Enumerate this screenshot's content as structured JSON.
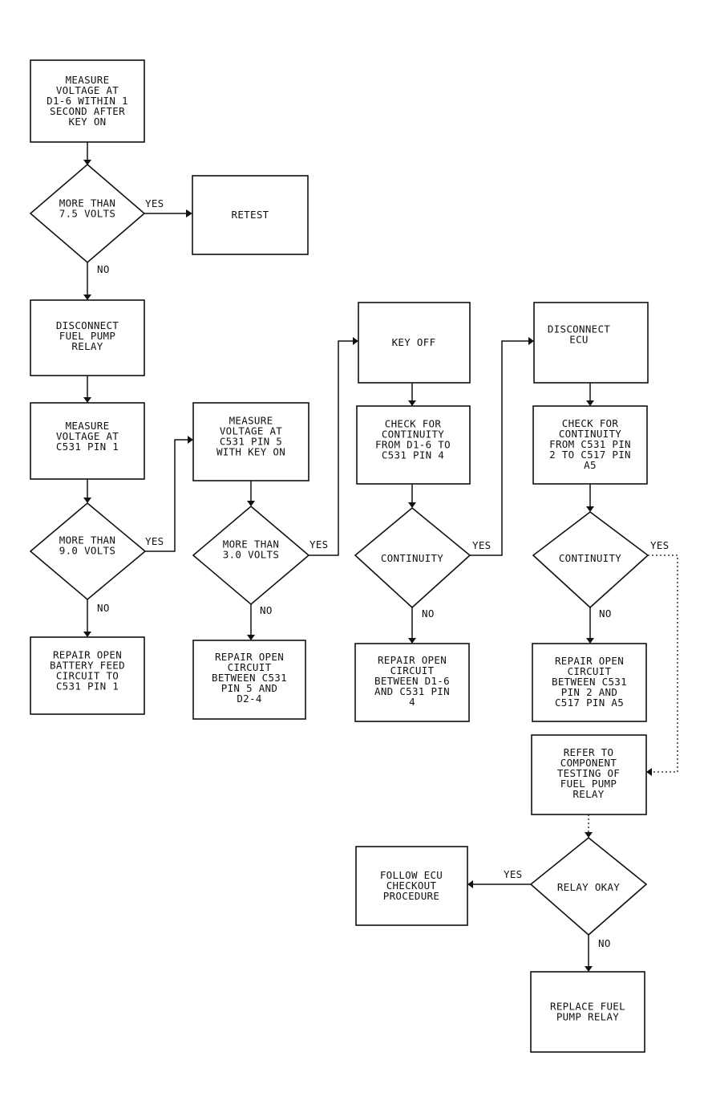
{
  "labels": {
    "yes": "YES",
    "no": "NO"
  },
  "nodes": {
    "measure_d1_6": [
      "MEASURE",
      "VOLTAGE AT",
      "D1-6 WITHIN 1",
      "SECOND AFTER",
      "KEY ON"
    ],
    "more_than_7_5": [
      "MORE THAN",
      "7.5 VOLTS"
    ],
    "retest": [
      "RETEST"
    ],
    "disconnect_relay": [
      "DISCONNECT",
      "FUEL PUMP",
      "RELAY"
    ],
    "measure_c531_pin1": [
      "MEASURE",
      "VOLTAGE AT",
      "C531 PIN 1"
    ],
    "more_than_9_0": [
      "MORE THAN",
      "9.0 VOLTS"
    ],
    "repair_battery_feed": [
      "REPAIR OPEN",
      "BATTERY FEED",
      "CIRCUIT TO",
      "C531 PIN 1"
    ],
    "measure_c531_pin5": [
      "MEASURE",
      "VOLTAGE AT",
      "C531 PIN 5",
      "WITH KEY ON"
    ],
    "more_than_3_0": [
      "MORE THAN",
      "3.0 VOLTS"
    ],
    "repair_pin5_d2_4": [
      "REPAIR OPEN",
      "CIRCUIT",
      "BETWEEN C531",
      "PIN 5 AND",
      "D2-4"
    ],
    "key_off": [
      "KEY OFF"
    ],
    "check_continuity_1": [
      "CHECK FOR",
      "CONTINUITY",
      "FROM D1-6 TO",
      "C531 PIN 4"
    ],
    "continuity_1": [
      "CONTINUITY"
    ],
    "repair_d1_6_pin4": [
      "REPAIR OPEN",
      "CIRCUIT",
      "BETWEEN D1-6",
      "AND C531 PIN",
      "4"
    ],
    "disconnect_ecu": [
      "DISCONNECT",
      "ECU"
    ],
    "check_continuity_2": [
      "CHECK FOR",
      "CONTINUITY",
      "FROM C531 PIN",
      "2 TO C517 PIN",
      "A5"
    ],
    "continuity_2": [
      "CONTINUITY"
    ],
    "repair_pin2_a5": [
      "REPAIR OPEN",
      "CIRCUIT",
      "BETWEEN C531",
      "PIN 2 AND",
      "C517 PIN A5"
    ],
    "refer_component": [
      "REFER TO",
      "COMPONENT",
      "TESTING OF",
      "FUEL PUMP",
      "RELAY"
    ],
    "relay_okay": [
      "RELAY OKAY"
    ],
    "follow_ecu": [
      "FOLLOW ECU",
      "CHECKOUT",
      "PROCEDURE"
    ],
    "replace_relay": [
      "REPLACE FUEL",
      "PUMP RELAY"
    ]
  }
}
